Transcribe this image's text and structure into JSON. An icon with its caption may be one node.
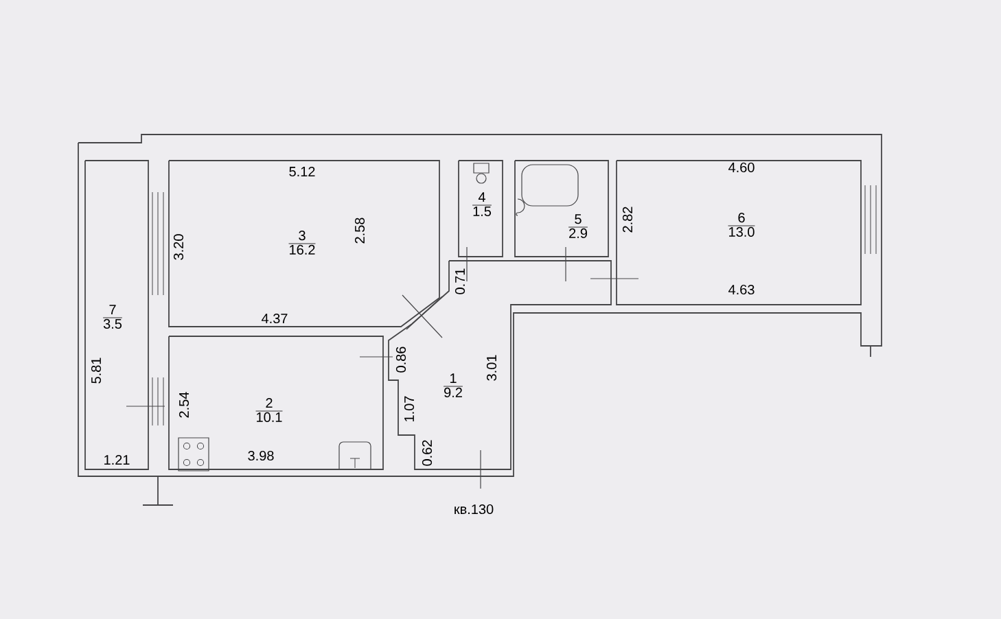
{
  "diagram": {
    "nodes": [
      {
        "text": [
          "7",
          "3.5"
        ]
      },
      {
        "text": [
          "3",
          "16.2"
        ]
      },
      {
        "text": [
          "4",
          "1.5"
        ]
      },
      {
        "text": [
          "5",
          "2.9"
        ]
      },
      {
        "text": [
          "6",
          "13.0"
        ]
      },
      {
        "text": [
          "2",
          "10.1"
        ]
      },
      {
        "text": [
          "1",
          "9.2"
        ]
      }
    ],
    "labels": [
      "5.12",
      "4.60",
      "3.20",
      "2.58",
      "2.82",
      "0.71",
      "4.37",
      "4.63",
      "0.86",
      "5.81",
      "3.01",
      "2.54",
      "1.07",
      "0.62",
      "1.21",
      "3.98",
      "кв.130"
    ]
  }
}
